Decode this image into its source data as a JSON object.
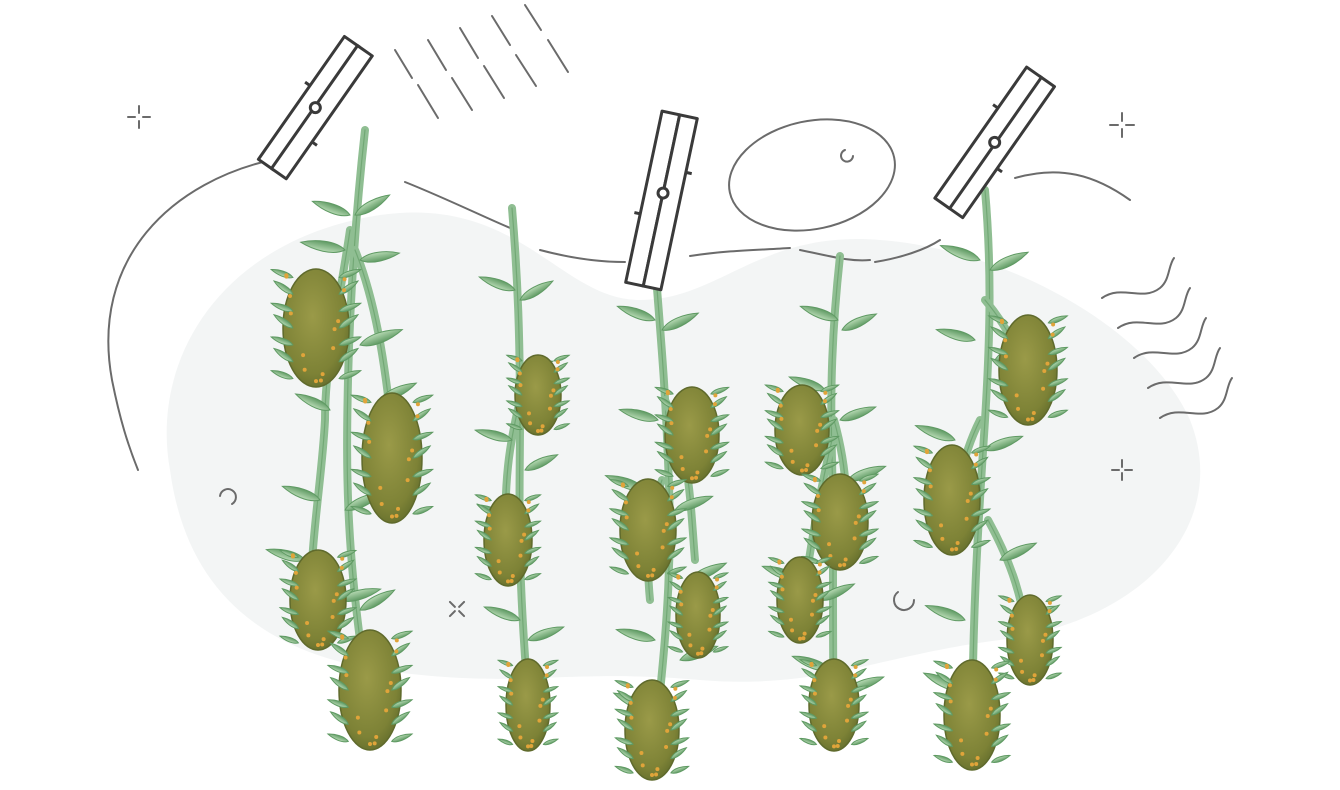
{
  "scene": {
    "subject": "drying-cannabis-branches-on-clothesline",
    "branch_count": 5,
    "clothespin_count": 3,
    "colors": {
      "background": "#ffffff",
      "blob": "#f3f5f5",
      "line": "#6b6b6b",
      "pin_stroke": "#3a3a3a",
      "stem": "#8fbe92",
      "leaf_light": "#a9d0a8",
      "leaf_dark": "#5f9a63",
      "bud": "#8a8a3c",
      "bud_dark": "#5f6a2c",
      "pistil": "#e0a43a"
    }
  }
}
